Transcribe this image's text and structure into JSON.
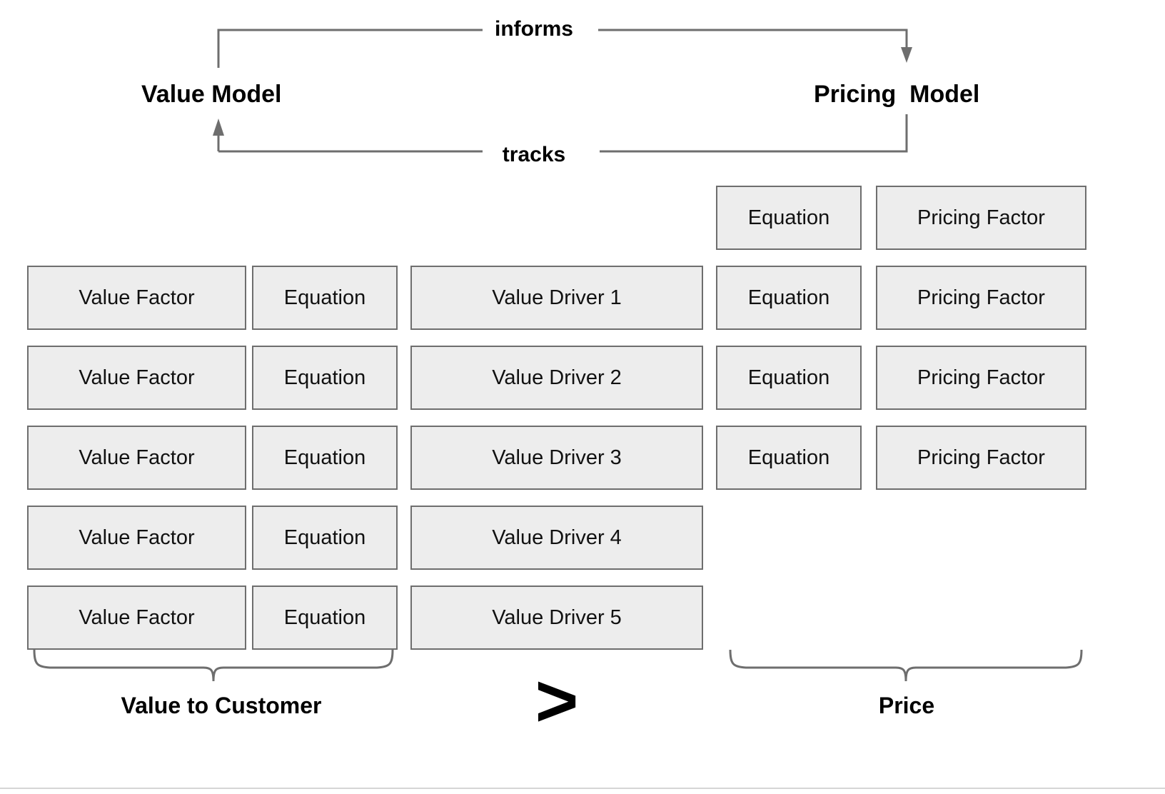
{
  "diagram": {
    "title_nodes": {
      "value_model": "Value Model",
      "pricing_model": "Pricing  Model"
    },
    "edges": [
      {
        "id": "informs",
        "label": "informs",
        "from": "Value Model",
        "to": "Pricing  Model",
        "direction": "right"
      },
      {
        "id": "tracks",
        "label": "tracks",
        "from": "Pricing  Model",
        "to": "Value Model",
        "direction": "left"
      }
    ],
    "columns": {
      "value_factor": "Value Factor",
      "equation": "Equation",
      "value_driver": "Value Driver",
      "equation_right": "Equation",
      "pricing_factor": "Pricing Factor"
    },
    "rows": [
      {
        "id": "row-top",
        "value_factor": "",
        "equation": "",
        "value_driver": "",
        "equation_right": "Equation",
        "pricing_factor": "Pricing Factor"
      },
      {
        "id": "row-1",
        "value_factor": "Value Factor",
        "equation": "Equation",
        "value_driver": "Value Driver 1",
        "equation_right": "Equation",
        "pricing_factor": "Pricing Factor"
      },
      {
        "id": "row-2",
        "value_factor": "Value Factor",
        "equation": "Equation",
        "value_driver": "Value Driver 2",
        "equation_right": "Equation",
        "pricing_factor": "Pricing Factor"
      },
      {
        "id": "row-3",
        "value_factor": "Value Factor",
        "equation": "Equation",
        "value_driver": "Value Driver 3",
        "equation_right": "Equation",
        "pricing_factor": "Pricing Factor"
      },
      {
        "id": "row-4",
        "value_factor": "Value Factor",
        "equation": "Equation",
        "value_driver": "Value Driver 4",
        "equation_right": "",
        "pricing_factor": ""
      },
      {
        "id": "row-5",
        "value_factor": "Value Factor",
        "equation": "Equation",
        "value_driver": "Value Driver 5",
        "equation_right": "",
        "pricing_factor": ""
      }
    ],
    "summary": {
      "left_brace_label": "Value to Customer",
      "right_brace_label": "Price",
      "comparison_symbol": ">"
    },
    "colors": {
      "box_fill": "#ededed",
      "box_border": "#6e6e6e",
      "connector": "#6e6e6e",
      "text": "#000000",
      "footer_rule": "#d6d6d6"
    }
  }
}
